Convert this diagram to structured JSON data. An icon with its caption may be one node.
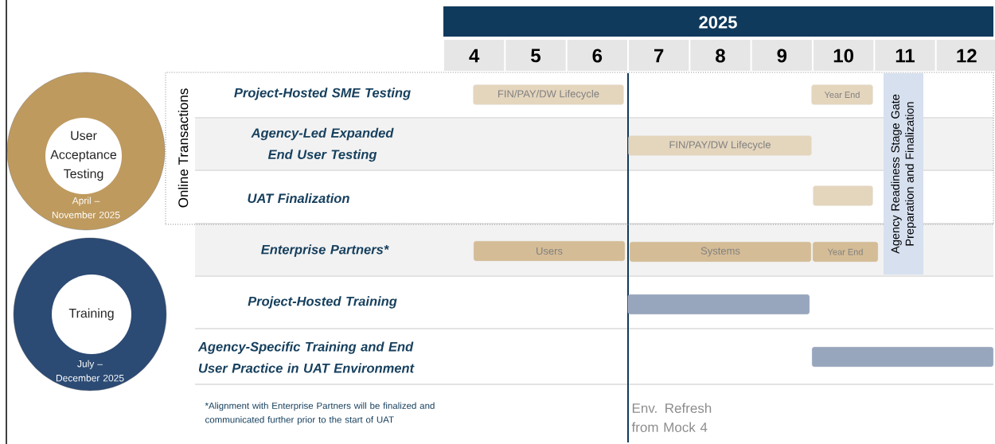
{
  "diagram": {
    "nodes": [
      {
        "text": [
          "User Acceptance Testing",
          "April – November 2025"
        ]
      },
      {
        "text": [
          "Training",
          "July – December 2025"
        ]
      },
      {
        "text": [
          "Online Transactions"
        ]
      },
      {
        "text": [
          "FIN/PAY/DW Lifecycle"
        ],
        "in": 2
      },
      {
        "text": [
          "Year End"
        ],
        "in": 2
      },
      {
        "text": [
          "FIN/PAY/DW Lifecycle"
        ],
        "in": 2
      },
      {
        "text": [],
        "shape": "bar",
        "in": 2
      },
      {
        "text": [
          "Users"
        ]
      },
      {
        "text": [
          "Systems"
        ]
      },
      {
        "text": [
          "Year End"
        ]
      },
      {
        "text": [],
        "shape": "bar"
      },
      {
        "text": [],
        "shape": "bar"
      },
      {
        "text": [
          "Agency Readiness Stage Gate Preparation and Finalization"
        ]
      }
    ],
    "labels": [
      "2025",
      "4",
      "5",
      "6",
      "7",
      "8",
      "9",
      "10",
      "11",
      "12",
      "Project-Hosted SME Testing",
      "Agency-Led Expanded End User Testing",
      "UAT Finalization",
      "Enterprise Partners*",
      "Project-Hosted Training",
      "Agency-Specific Training and End User Practice in UAT Environment",
      "*Alignment with Enterprise Partners will be finalized and communicated further prior to the start of UAT",
      "Env. Refresh from Mock 4"
    ]
  }
}
